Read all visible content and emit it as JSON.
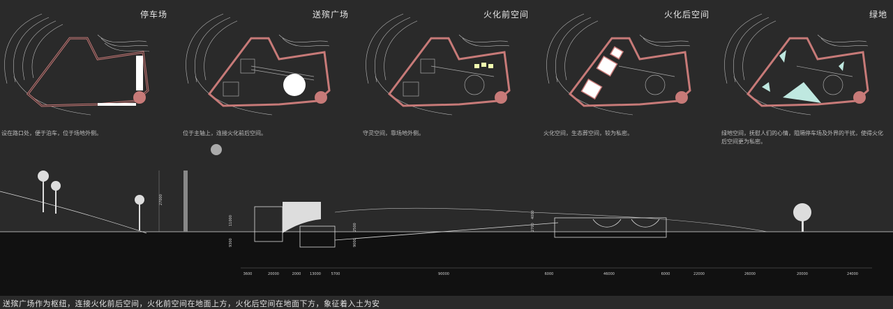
{
  "panels": [
    {
      "title": "停车场",
      "caption": "设在路口处，便于泊车，位于场地外侧。"
    },
    {
      "title": "送殡广场",
      "caption": "位于主轴上，连接火化前后空间。"
    },
    {
      "title": "火化前空间",
      "caption": "守灵空间，靠场地外侧。"
    },
    {
      "title": "火化后空间",
      "caption": "火化空间，生态葬空间，较为私密。"
    },
    {
      "title": "绿地",
      "caption": "绿地空间，抚慰人们的心情，阻隔停车场及外界的干扰，使得火化后空间更为私密。"
    }
  ],
  "section": {
    "vertical_dims": [
      "27000",
      "11000",
      "9300",
      "2500",
      "9000",
      "4000",
      "2700"
    ],
    "horizontal_dims": [
      "3600",
      "20000",
      "2000",
      "13000",
      "5700",
      "90000",
      "6000",
      "46000",
      "6000",
      "22000",
      "26000",
      "20000",
      "24000"
    ]
  },
  "caption": "送殡广场作为枢纽，连接火化前后空间，火化前空间在地面上方，火化后空间在地面下方，象征着入土为安",
  "colors": {
    "background": "#2a2a2a",
    "site_outline": "#c77a78",
    "highlight_white": "#ffffff",
    "green_accent": "#bfe8e0",
    "ground": "#111111"
  }
}
